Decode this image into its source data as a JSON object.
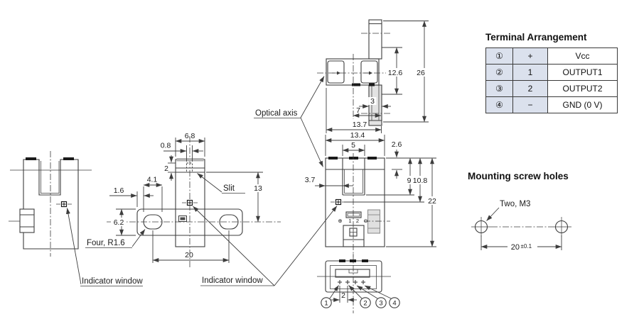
{
  "terminal_table": {
    "title": "Terminal Arrangement",
    "rows": [
      {
        "pin": "①",
        "symbol": "+",
        "signal": "Vcc"
      },
      {
        "pin": "②",
        "symbol": "1",
        "signal": "OUTPUT1"
      },
      {
        "pin": "③",
        "symbol": "2",
        "signal": "OUTPUT2"
      },
      {
        "pin": "④",
        "symbol": "−",
        "signal": "GND (0 V)"
      }
    ]
  },
  "mounting": {
    "title": "Mounting screw holes",
    "hole_label": "Two, M3",
    "pitch": "20",
    "tolerance": "±0.1"
  },
  "labels": {
    "optical_axis": "Optical axis",
    "slit": "Slit",
    "four_r16": "Four, R1.6",
    "indicator_window_left": "Indicator window",
    "indicator_window_center": "Indicator window"
  },
  "dims": {
    "flange_view": {
      "top_width": "6.8",
      "slit_width": "0.8",
      "slit_depth": "2",
      "hole_length": "4.1",
      "edge_to_hole": "1.6",
      "flange_height": "6.2",
      "axis_to_center": "13",
      "hole_pitch": "20"
    },
    "top_view": {
      "axis_to_tab": "12.6",
      "overall": "26",
      "tab_width": "3",
      "axis_offset": "7",
      "overall_depth": "13.7"
    },
    "front_view": {
      "width": "13.4",
      "slot_width": "5",
      "top_clear": "2.6",
      "edge_to_slot": "3.7",
      "slot_depth": "9",
      "to_indicator": "10.8",
      "height": "22"
    },
    "bottom_view": {
      "pin_pitch": "2"
    }
  },
  "front_markings": {
    "plus": "⊕",
    "pin1": "1",
    "pin2": "2",
    "minus": "⊖"
  },
  "pin_callouts": [
    "1",
    "2",
    "3",
    "4"
  ]
}
